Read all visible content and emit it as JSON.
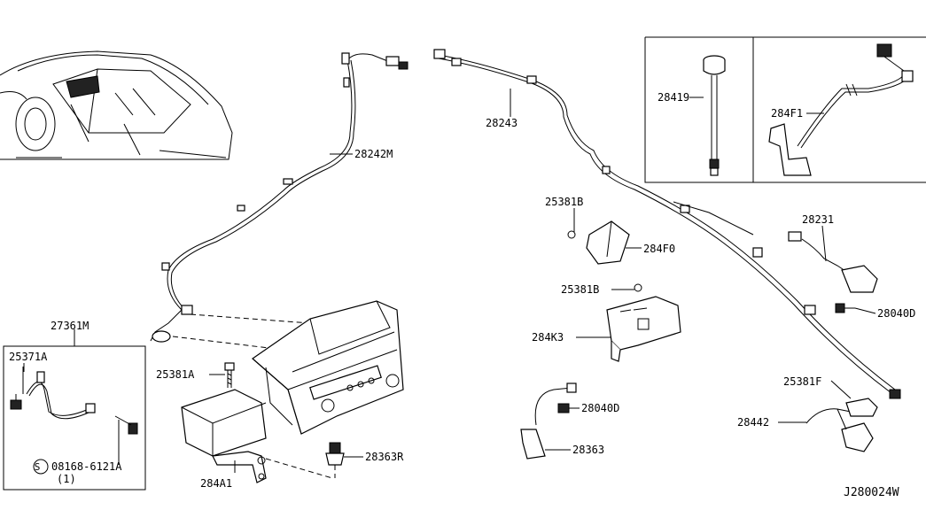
{
  "callouts": {
    "p28242M": "28242M",
    "p27361M": "27361M",
    "p25371A": "25371A",
    "p08168": "08168-6121A",
    "p08168_qty": "(1)",
    "p08168_s": "S",
    "p25381A": "25381A",
    "p284A1": "284A1",
    "p28363R": "28363R",
    "p28243": "28243",
    "p28419": "28419",
    "p284F1": "284F1",
    "p25381B_a": "25381B",
    "p284F0": "284F0",
    "p25381B_b": "25381B",
    "p284K3": "284K3",
    "p28231": "28231",
    "p28040D_a": "28040D",
    "p28040D_b": "28040D",
    "p28363": "28363",
    "p25381F": "25381F",
    "p28442": "28442"
  },
  "diagram_id": "J280024W"
}
